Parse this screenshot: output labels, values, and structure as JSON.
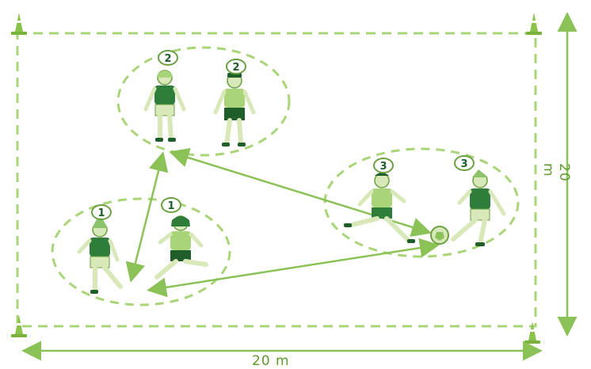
{
  "colors": {
    "field_line": "#a9d477",
    "arrow": "#8bc257",
    "jersey_dark": "#2e7d3a",
    "jersey_light": "#8cc26a",
    "shorts_dark": "#1f5d2b",
    "skin": "#d9e8b8",
    "badge_stroke": "#6aa040",
    "cone": "#8bc34a"
  },
  "dimensions": {
    "width": "20 m",
    "height": "20 m"
  },
  "groups": [
    {
      "id": "group-1",
      "number": "1",
      "players": [
        {
          "badge": "1",
          "jersey": "dark"
        },
        {
          "badge": "1",
          "jersey": "light"
        }
      ]
    },
    {
      "id": "group-2",
      "number": "2",
      "players": [
        {
          "badge": "2",
          "jersey": "dark"
        },
        {
          "badge": "2",
          "jersey": "light"
        }
      ]
    },
    {
      "id": "group-3",
      "number": "3",
      "players": [
        {
          "badge": "3",
          "jersey": "light"
        },
        {
          "badge": "3",
          "jersey": "dark"
        }
      ]
    }
  ],
  "icons": [
    "cone-icon",
    "ball-icon",
    "player-icon",
    "arrow-icon"
  ]
}
